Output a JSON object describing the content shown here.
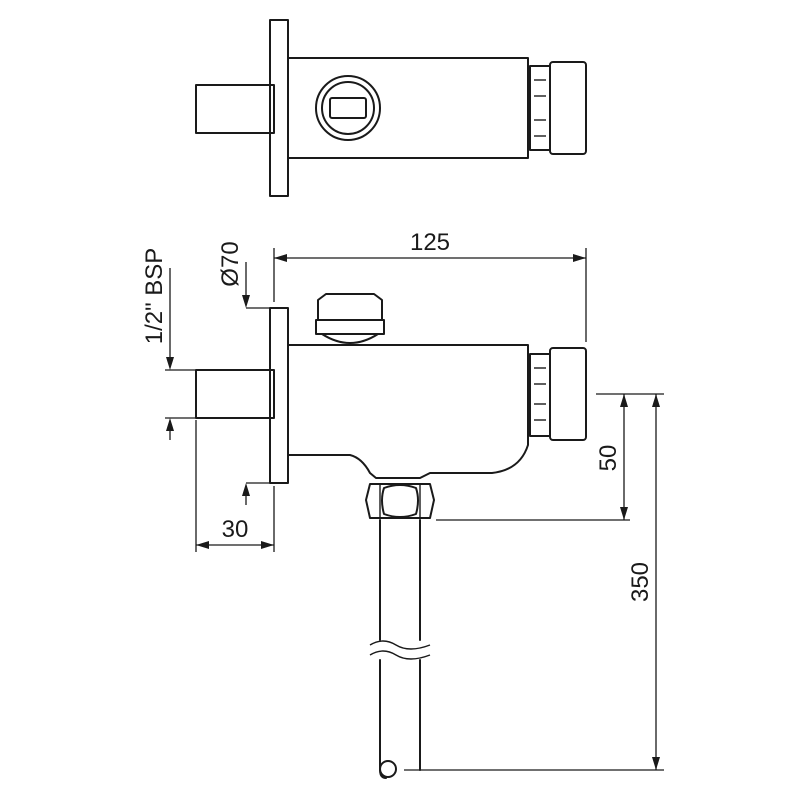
{
  "dimensions": {
    "width_125": "125",
    "diameter_70": "Ø70",
    "thread": "1/2\" BSP",
    "depth_30": "30",
    "outlet_50": "50",
    "length_350": "350"
  }
}
